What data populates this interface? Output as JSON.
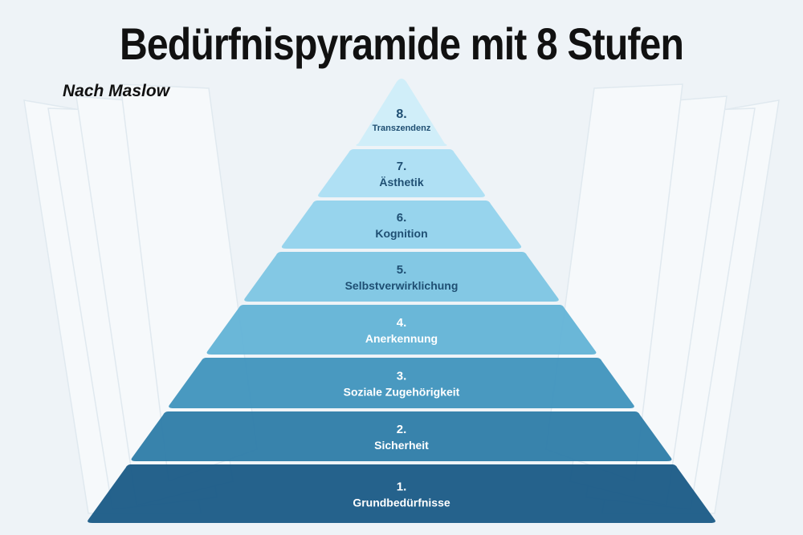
{
  "header": {
    "title": "Bedürfnispyramide mit 8 Stufen",
    "subtitle": "Nach Maslow"
  },
  "levels": [
    {
      "number": "1.",
      "name": "Grundbedürfnisse",
      "color": "#195a86",
      "text_color": "#ffffff"
    },
    {
      "number": "2.",
      "name": "Sicherheit",
      "color": "#2d7ca8",
      "text_color": "#ffffff"
    },
    {
      "number": "3.",
      "name": "Soziale Zugehörigkeit",
      "color": "#3f93bd",
      "text_color": "#ffffff"
    },
    {
      "number": "4.",
      "name": "Anerkennung",
      "color": "#62b3d6",
      "text_color": "#ffffff"
    },
    {
      "number": "5.",
      "name": "Selbstverwirklichung",
      "color": "#7ac4e2",
      "text_color": "#1f4f73"
    },
    {
      "number": "6.",
      "name": "Kognition",
      "color": "#8fd1ec",
      "text_color": "#1f4f73"
    },
    {
      "number": "7.",
      "name": "Ästhetik",
      "color": "#a9def3",
      "text_color": "#1f4f73"
    },
    {
      "number": "8.",
      "name": "Transzendenz",
      "color": "#cdeef9",
      "text_color": "#1f4f73"
    }
  ]
}
